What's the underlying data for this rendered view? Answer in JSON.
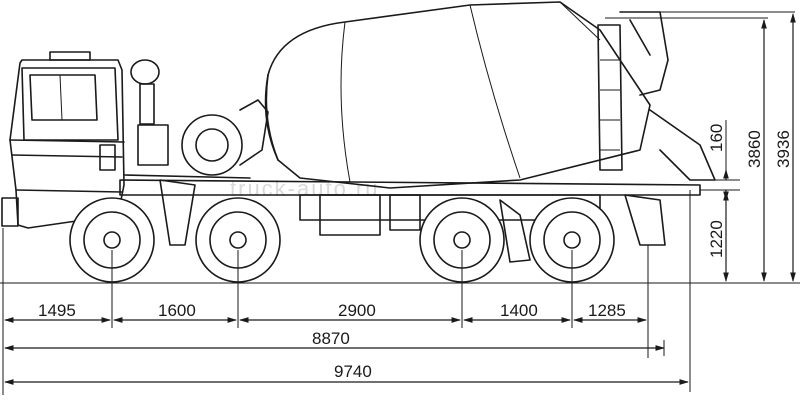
{
  "drawing": {
    "subject": "",
    "watermark": "truck-auto.ru"
  },
  "dimensions": {
    "horizontal": {
      "front_overhang": "1495",
      "axle_1_2": "1600",
      "axle_2_3": "2900",
      "axle_3_4": "1400",
      "rear_overhang": "1285",
      "wheelbase_total": "8870",
      "overall_length": "9740"
    },
    "vertical": {
      "step_height": "160",
      "frame_height": "1220",
      "drum_top_height": "3860",
      "overall_height": "3936"
    }
  },
  "colors": {
    "ink": "#1a1a1a",
    "background": "#ffffff",
    "watermark": "#d9d9d9"
  }
}
